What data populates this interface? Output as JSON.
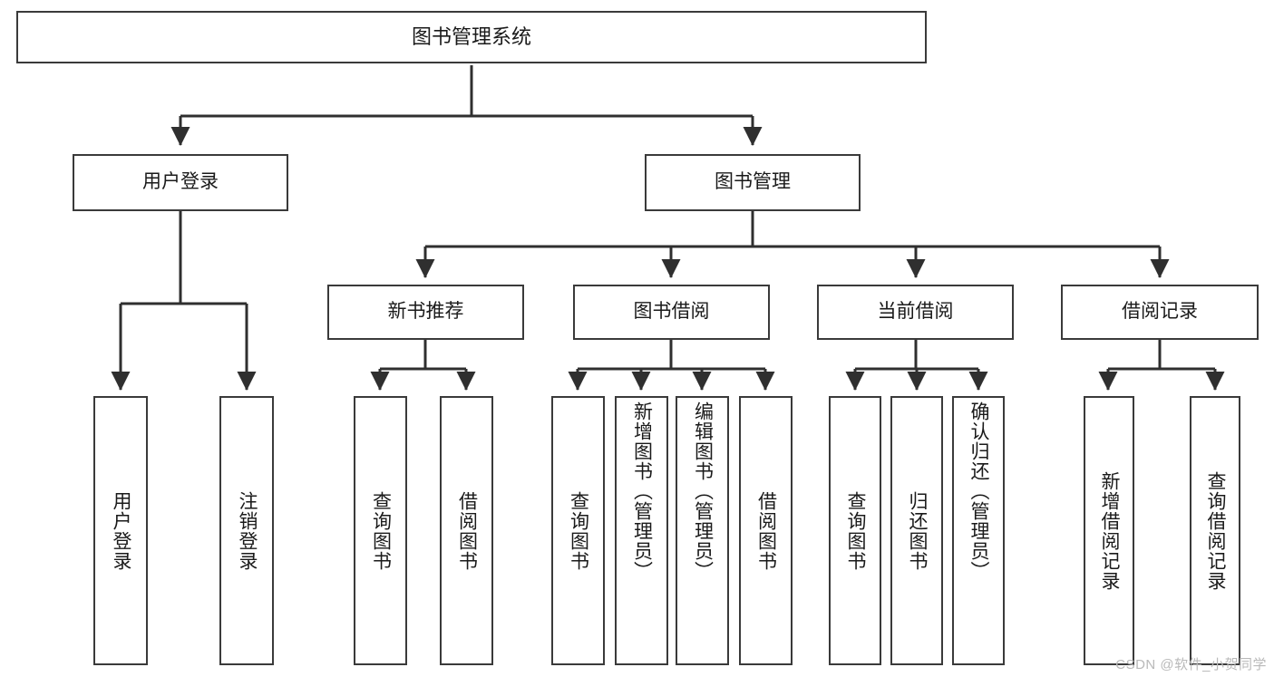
{
  "diagram": {
    "type": "tree-hierarchy",
    "title": "图书管理系统",
    "watermark": "CSDN @软件_小贺同学",
    "colors": {
      "stroke": "#3a3a3a",
      "fill": "#ffffff",
      "text": "#1a1a1a",
      "watermark": "#b9b9b9"
    },
    "nodes": {
      "root": {
        "label": "图书管理系统"
      },
      "level2": [
        {
          "label": "用户登录"
        },
        {
          "label": "图书管理"
        }
      ],
      "level3": [
        {
          "label": "新书推荐"
        },
        {
          "label": "图书借阅"
        },
        {
          "label": "当前借阅"
        },
        {
          "label": "借阅记录"
        }
      ],
      "leaves": {
        "user_login": [
          {
            "label": "用户登录"
          },
          {
            "label": "注销登录"
          }
        ],
        "new_book_recommend": [
          {
            "label": "查询图书"
          },
          {
            "label": "借阅图书"
          }
        ],
        "book_borrow": [
          {
            "label": "查询图书"
          },
          {
            "label": "新增图书（管理员）"
          },
          {
            "label": "编辑图书（管理员）"
          },
          {
            "label": "借阅图书"
          }
        ],
        "current_borrow": [
          {
            "label": "查询图书"
          },
          {
            "label": "归还图书"
          },
          {
            "label": "确认归还（管理员）"
          }
        ],
        "borrow_record": [
          {
            "label": "新增借阅记录"
          },
          {
            "label": "查询借阅记录"
          }
        ]
      }
    }
  }
}
